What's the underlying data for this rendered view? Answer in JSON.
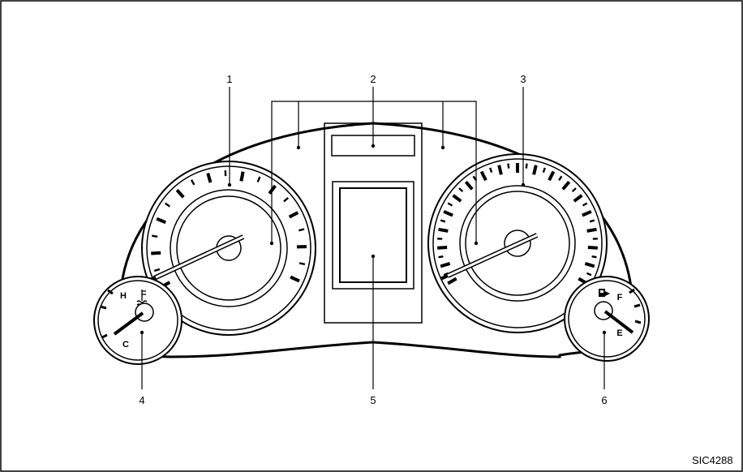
{
  "callouts": {
    "c1": "1",
    "c2": "2",
    "c3": "3",
    "c4": "4",
    "c5": "5",
    "c6": "6"
  },
  "temp_gauge": {
    "hot_label": "H",
    "cold_label": "C",
    "icon": "coolant-temperature-icon"
  },
  "fuel_gauge": {
    "full_label": "F",
    "empty_label": "E",
    "icon": "fuel-pump-icon"
  },
  "figure_code": "SIC4288",
  "colors": {
    "line": "#000000",
    "background": "#ffffff"
  }
}
